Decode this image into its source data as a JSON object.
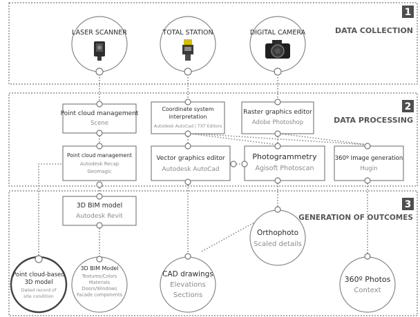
{
  "sections": [
    {
      "number": "1",
      "title": "DATA COLLECTION"
    },
    {
      "number": "2",
      "title": "DATA PROCESSING"
    },
    {
      "number": "3",
      "title": "GENERATION OF OUTCOMES"
    }
  ],
  "collection": {
    "laser_scanner": "LASER SCANNER",
    "total_station": "TOTAL STATION",
    "digital_camera": "DIGITAL CAMERA"
  },
  "processing": {
    "pc_mgmt_scene": {
      "title": "Point cloud management",
      "sub": "Scene"
    },
    "coord_system": {
      "title1": "Coordinate system",
      "title2": "interpretation",
      "sub": "Autodesk AutoCad / TXT Editors"
    },
    "raster": {
      "title": "Raster graphics editor",
      "sub": "Adobe Photoshop"
    },
    "pc_mgmt_recap": {
      "title": "Point cloud management",
      "sub1": "Autodesk Recap",
      "sub2": "Geomagic"
    },
    "vector": {
      "title": "Vector graphics editor",
      "sub": "Autodesk AutoCad"
    },
    "photogrammetry": {
      "title": "Photogrammetry",
      "sub": "Agisoft Photoscan"
    },
    "image360": {
      "title": "360º Image generation",
      "sub": "Hugin"
    }
  },
  "outcomes": {
    "bim_revit": {
      "title": "3D BIM model",
      "sub": "Autodesk Revit"
    },
    "orthophoto": {
      "title": "Orthophoto",
      "sub": "Scaled details"
    },
    "pointcloud_model": {
      "title1": "Point cloud-based",
      "title2": "3D model",
      "sub1": "Dated record of",
      "sub2": "site condition"
    },
    "bim_model": {
      "title": "3D BIM Model",
      "lines": [
        "Textures/Colors",
        "Materials",
        "Doors/Windows",
        "Facade components"
      ]
    },
    "cad": {
      "title": "CAD drawings",
      "sub1": "Elevations",
      "sub2": "Sections"
    },
    "photos360": {
      "title": "360º Photos",
      "sub": "Context"
    }
  }
}
